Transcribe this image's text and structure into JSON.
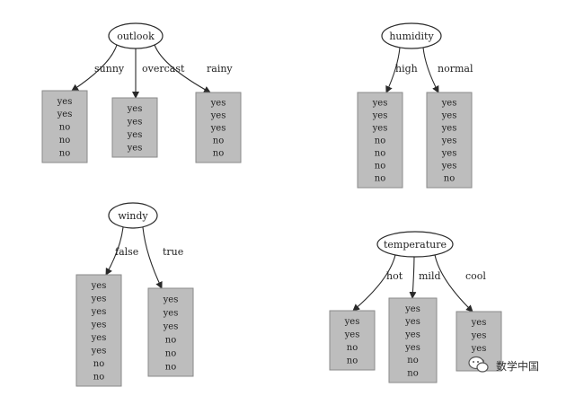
{
  "trees": [
    {
      "attribute": "outlook",
      "branches": [
        {
          "label": "sunny",
          "values": [
            "yes",
            "yes",
            "no",
            "no",
            "no"
          ]
        },
        {
          "label": "overcast",
          "values": [
            "yes",
            "yes",
            "yes",
            "yes"
          ]
        },
        {
          "label": "rainy",
          "values": [
            "yes",
            "yes",
            "yes",
            "no",
            "no"
          ]
        }
      ]
    },
    {
      "attribute": "humidity",
      "branches": [
        {
          "label": "high",
          "values": [
            "yes",
            "yes",
            "yes",
            "no",
            "no",
            "no",
            "no"
          ]
        },
        {
          "label": "normal",
          "values": [
            "yes",
            "yes",
            "yes",
            "yes",
            "yes",
            "yes",
            "no"
          ]
        }
      ]
    },
    {
      "attribute": "windy",
      "branches": [
        {
          "label": "false",
          "values": [
            "yes",
            "yes",
            "yes",
            "yes",
            "yes",
            "yes",
            "no",
            "no"
          ]
        },
        {
          "label": "true",
          "values": [
            "yes",
            "yes",
            "yes",
            "no",
            "no",
            "no"
          ]
        }
      ]
    },
    {
      "attribute": "temperature",
      "branches": [
        {
          "label": "hot",
          "values": [
            "yes",
            "yes",
            "no",
            "no"
          ]
        },
        {
          "label": "mild",
          "values": [
            "yes",
            "yes",
            "yes",
            "yes",
            "no",
            "no"
          ]
        },
        {
          "label": "cool",
          "values": [
            "yes",
            "yes",
            "yes",
            "no"
          ]
        }
      ]
    }
  ],
  "watermark": {
    "text": "数学中国",
    "icon": "wechat-icon"
  },
  "colors": {
    "leaf_fill": "#bdbdbd",
    "line": "#2a2a2a"
  }
}
